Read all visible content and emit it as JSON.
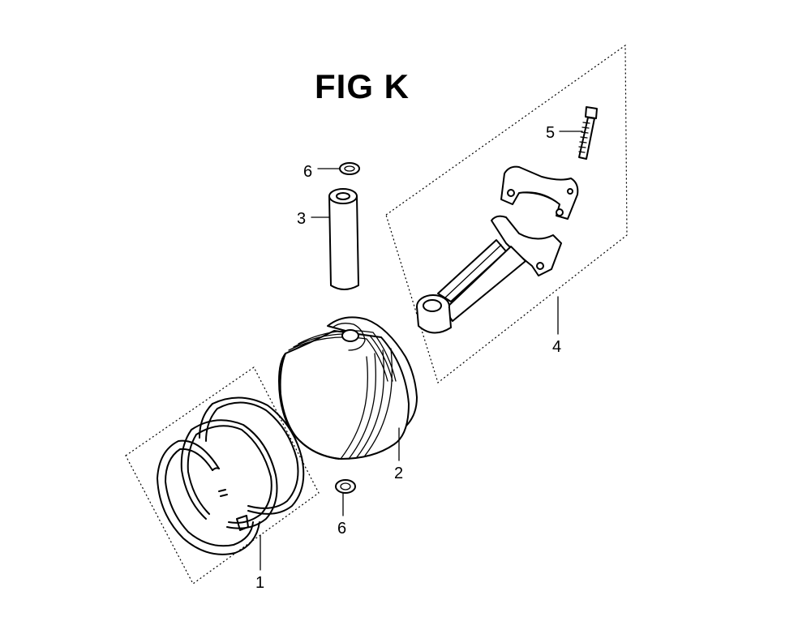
{
  "figure": {
    "title": "FIG K"
  },
  "callouts": {
    "c1": "1",
    "c2": "2",
    "c3": "3",
    "c4": "4",
    "c5": "5",
    "c6_top": "6",
    "c6_bottom": "6"
  },
  "parts": {
    "p1": "piston-ring-set",
    "p2": "piston",
    "p3": "piston-pin",
    "p4": "connecting-rod",
    "p5": "rod-bolt",
    "p6": "pin-clip"
  },
  "colors": {
    "ink": "#000000",
    "paper": "#ffffff"
  }
}
